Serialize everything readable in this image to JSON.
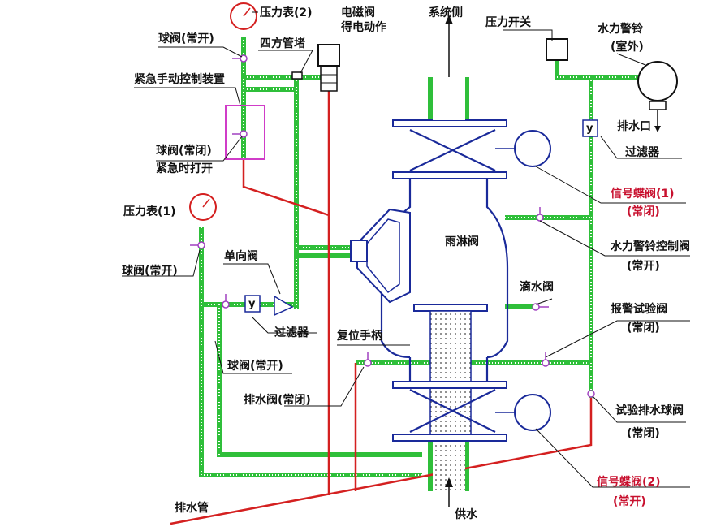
{
  "labels": {
    "pressure_gauge_2": "压力表(2)",
    "solenoid_valve_l1": "电磁阀",
    "solenoid_valve_l2": "得电动作",
    "system_side": "系统侧",
    "pressure_switch": "压力开关",
    "water_alarm_bell_l1": "水力警铃",
    "water_alarm_bell_l2": "(室外)",
    "ball_valve_top": "球阀(常开)",
    "four_way_pipe": "四方管堵",
    "emergency_manual": "紧急手动控制装置",
    "drain_outlet": "排水口",
    "ball_valve_emerg_l1": "球阀(常闭)",
    "ball_valve_emerg_l2": "紧急时打开",
    "filter_right": "过滤器",
    "signal_butterfly_1_l1": "信号蝶阀(1)",
    "signal_butterfly_1_l2": "(常闭)",
    "pressure_gauge_1": "压力表(1)",
    "deluge_valve": "雨淋阀",
    "alarm_bell_control_l1": "水力警铃控制阀",
    "alarm_bell_control_l2": "(常开)",
    "ball_valve_left": "球阀(常开)",
    "check_valve": "单向阀",
    "drip_valve": "滴水阀",
    "alarm_test_l1": "报警试验阀",
    "alarm_test_l2": "(常闭)",
    "filter_left": "过滤器",
    "reset_handle": "复位手柄",
    "ball_valve_lower": "球阀(常开)",
    "drain_valve": "排水阀(常闭)",
    "test_drain_l1": "试验排水球阀",
    "test_drain_l2": "(常闭)",
    "signal_butterfly_2_l1": "信号蝶阀(2)",
    "signal_butterfly_2_l2": "(常开)",
    "drain_pipe": "排水管",
    "water_supply": "供水",
    "filter_mark": "y"
  },
  "colors": {
    "pipe_green": "#2fbf3a",
    "drain_red": "#d42020",
    "valve_blue": "#1a2a9a",
    "emergency_box": "#d03cc8",
    "label_red": "#c8102e"
  },
  "icons": {
    "gauge": "pressure-gauge-icon",
    "ball_valve": "ball-valve-icon",
    "butterfly": "butterfly-valve-icon",
    "bell": "alarm-bell-icon"
  }
}
